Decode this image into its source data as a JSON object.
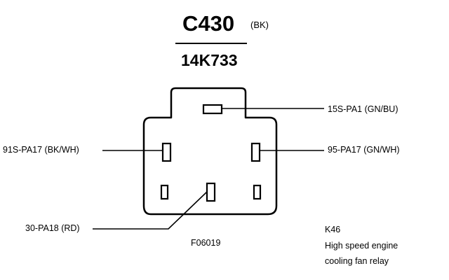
{
  "title": {
    "connector": "C430",
    "color": "(BK)",
    "part_number": "14K733"
  },
  "pins": [
    {
      "circuit": "15S-PA1 (GN/BU)"
    },
    {
      "circuit": "91S-PA17 (BK/WH)"
    },
    {
      "circuit": "95-PA17 (GN/WH)"
    },
    {
      "circuit": "30-PA18 (RD)"
    }
  ],
  "figure_id": "F06019",
  "component": {
    "id": "K46",
    "desc_line1": "High speed engine",
    "desc_line2": "cooling fan relay"
  }
}
